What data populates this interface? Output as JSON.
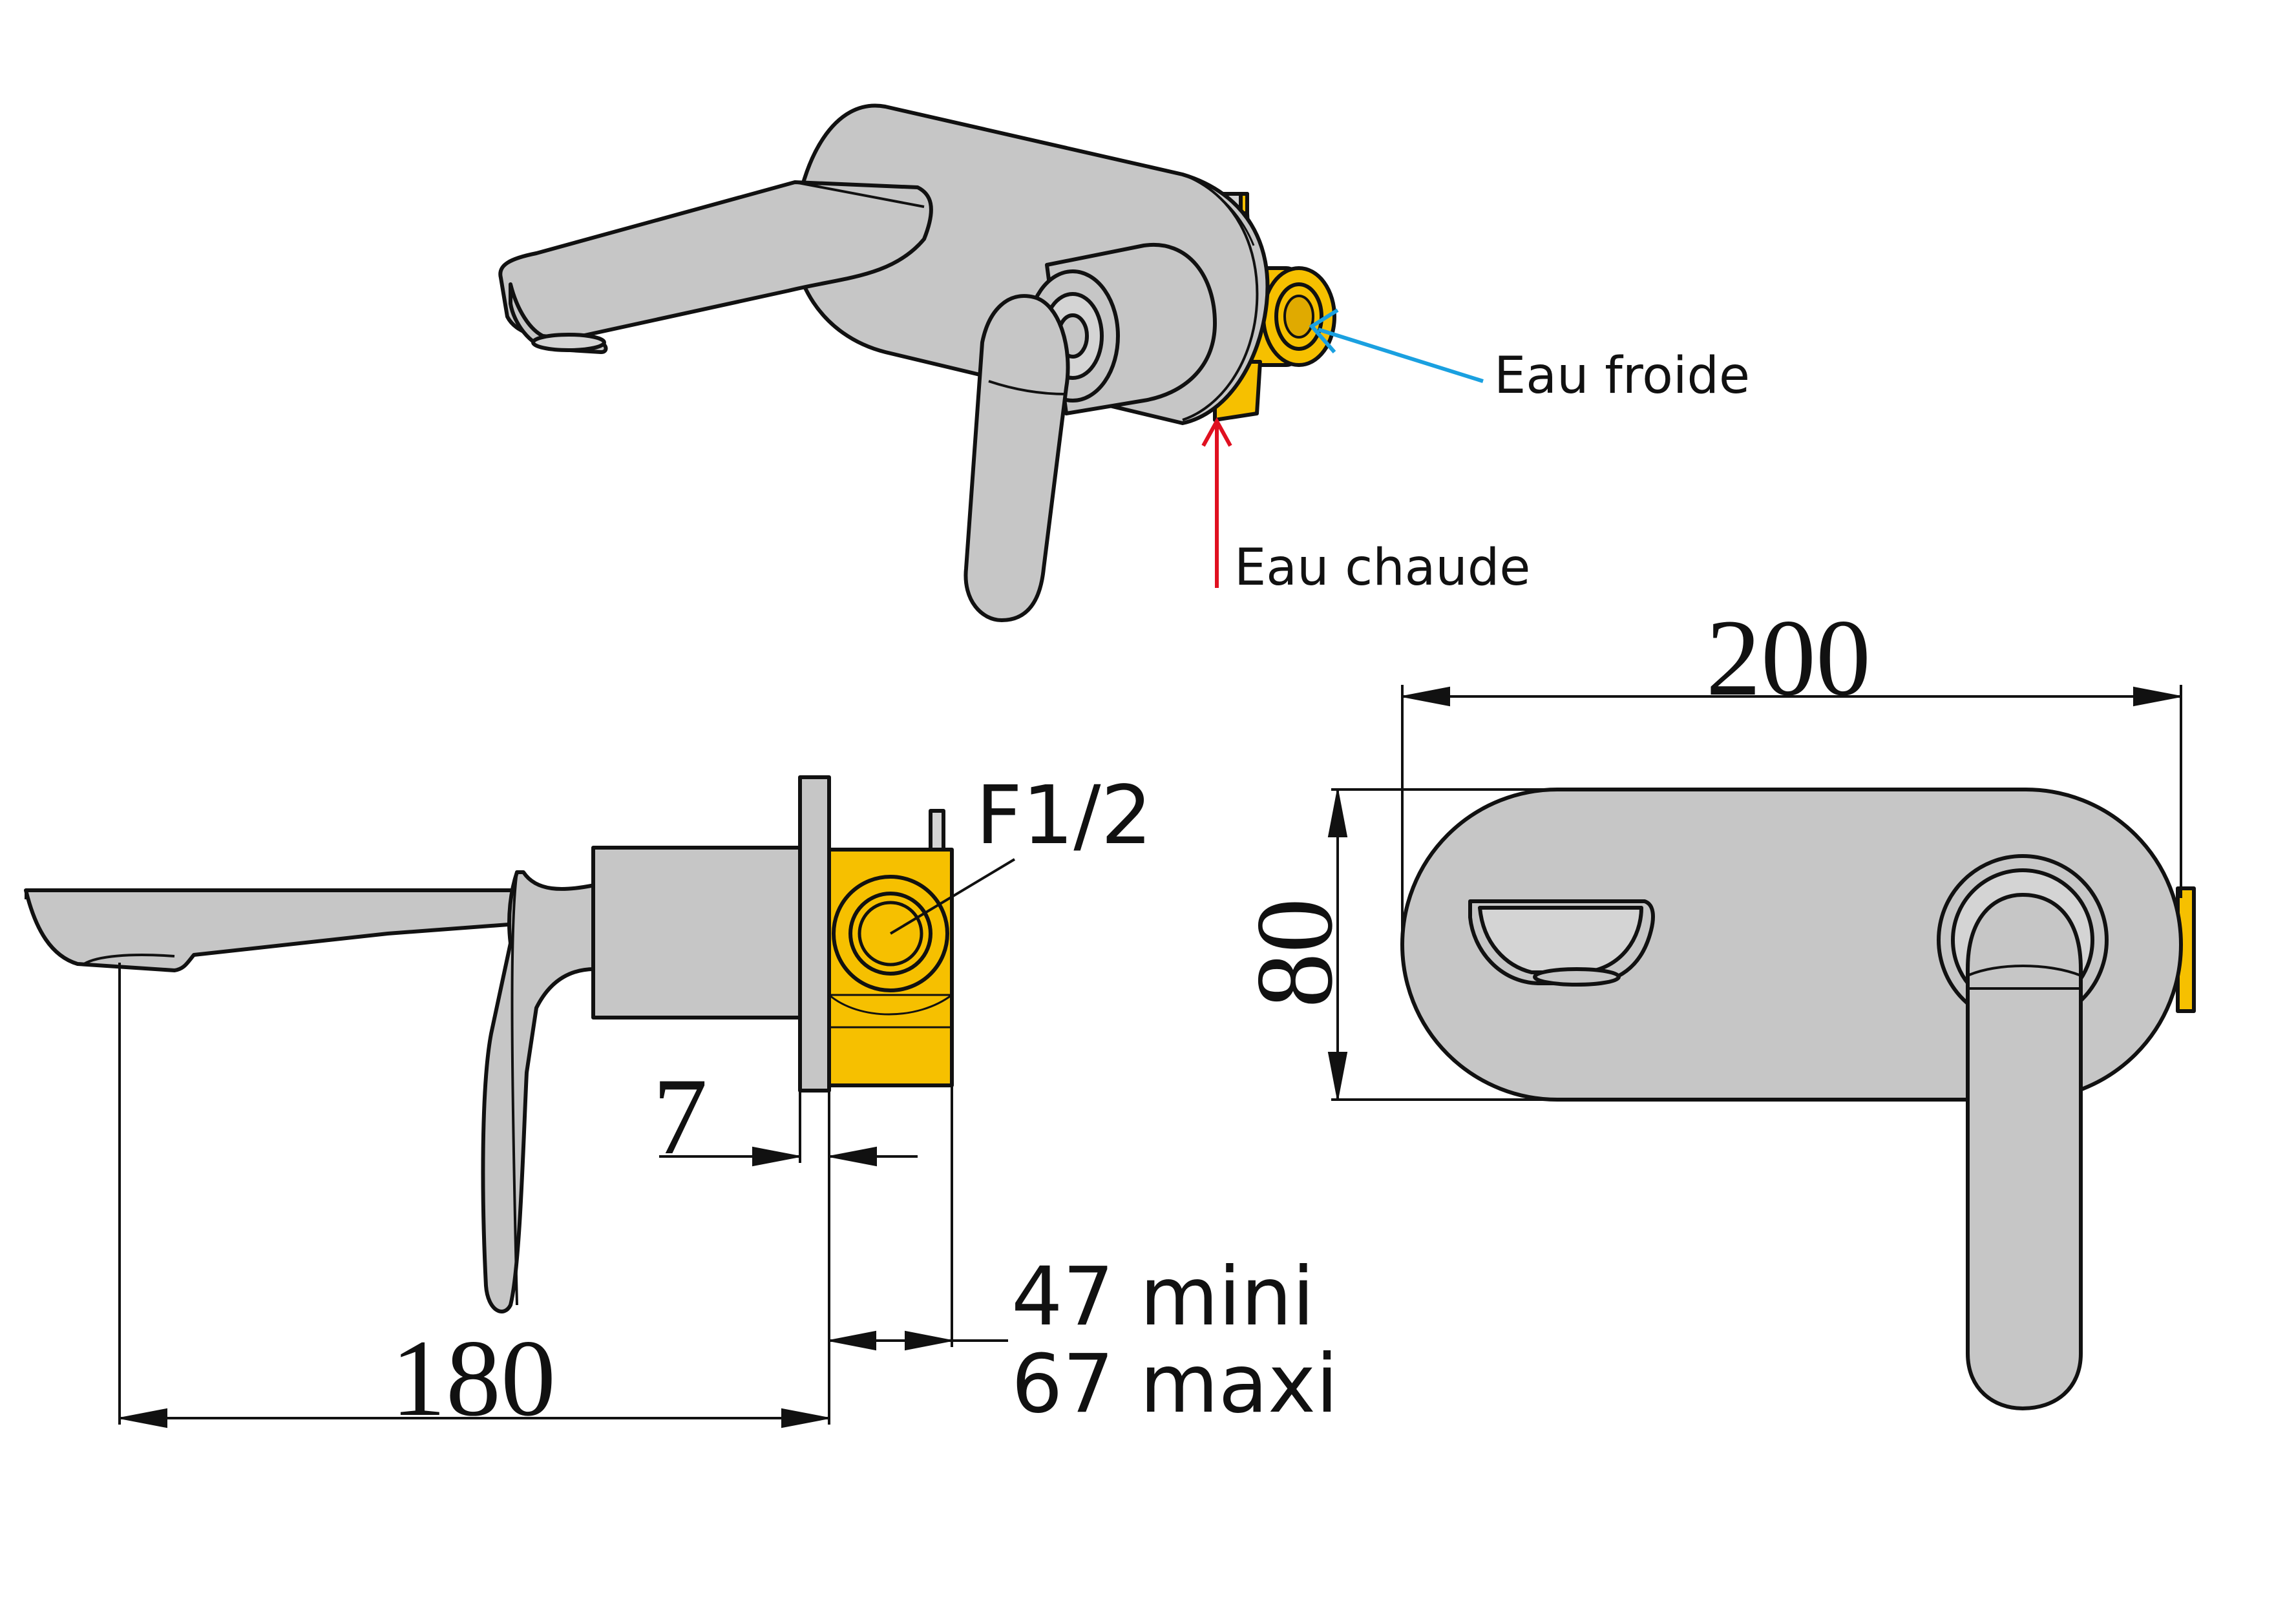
{
  "connections": {
    "cold": {
      "label": "Eau froide",
      "color": "#1aa0e0"
    },
    "hot": {
      "label": "Eau chaude",
      "color": "#e01020"
    }
  },
  "dimensions": {
    "thread": "F1/2",
    "plate_offset": "7",
    "body_depth_min": "47 mini",
    "body_depth_max": "67 maxi",
    "spout_length": "180",
    "plate_width": "200",
    "plate_height": "80"
  },
  "colors": {
    "chrome": "#c6c6c6",
    "brass": "#f6c000",
    "outline": "#111111"
  }
}
